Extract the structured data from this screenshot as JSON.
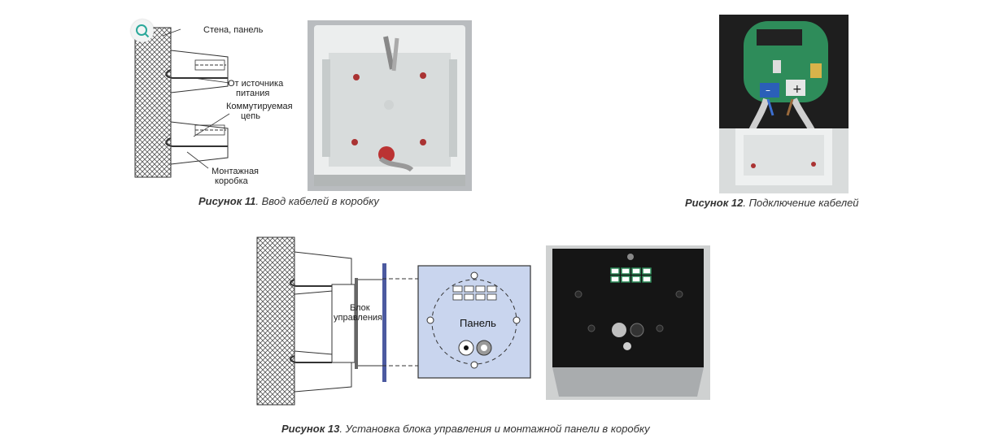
{
  "figure11": {
    "labels": {
      "wall": "Стена, панель",
      "source_line1": "От источника",
      "source_line2": "питания",
      "switched_line1": "Коммутируемая",
      "switched_line2": "цепь",
      "box_line1": "Монтажная",
      "box_line2": "коробка"
    },
    "caption_bold": "Рисунок 11",
    "caption_text": ". Ввод кабелей в коробку"
  },
  "figure12": {
    "caption_bold": "Рисунок 12",
    "caption_text": ". Подключение кабелей",
    "terminal_minus": "–",
    "terminal_plus": "+"
  },
  "figure13": {
    "labels": {
      "control_line1": "Блок",
      "control_line2": "управления",
      "panel": "Панель"
    },
    "caption_bold": "Рисунок 13",
    "caption_text": ". Установка блока управления и монтажной панели в коробку"
  },
  "icons": {
    "zoom": "magnifier-icon"
  },
  "colors": {
    "accent": "#2aa89a",
    "panel_fill": "#c9d5ee",
    "hatch": "#555555"
  }
}
